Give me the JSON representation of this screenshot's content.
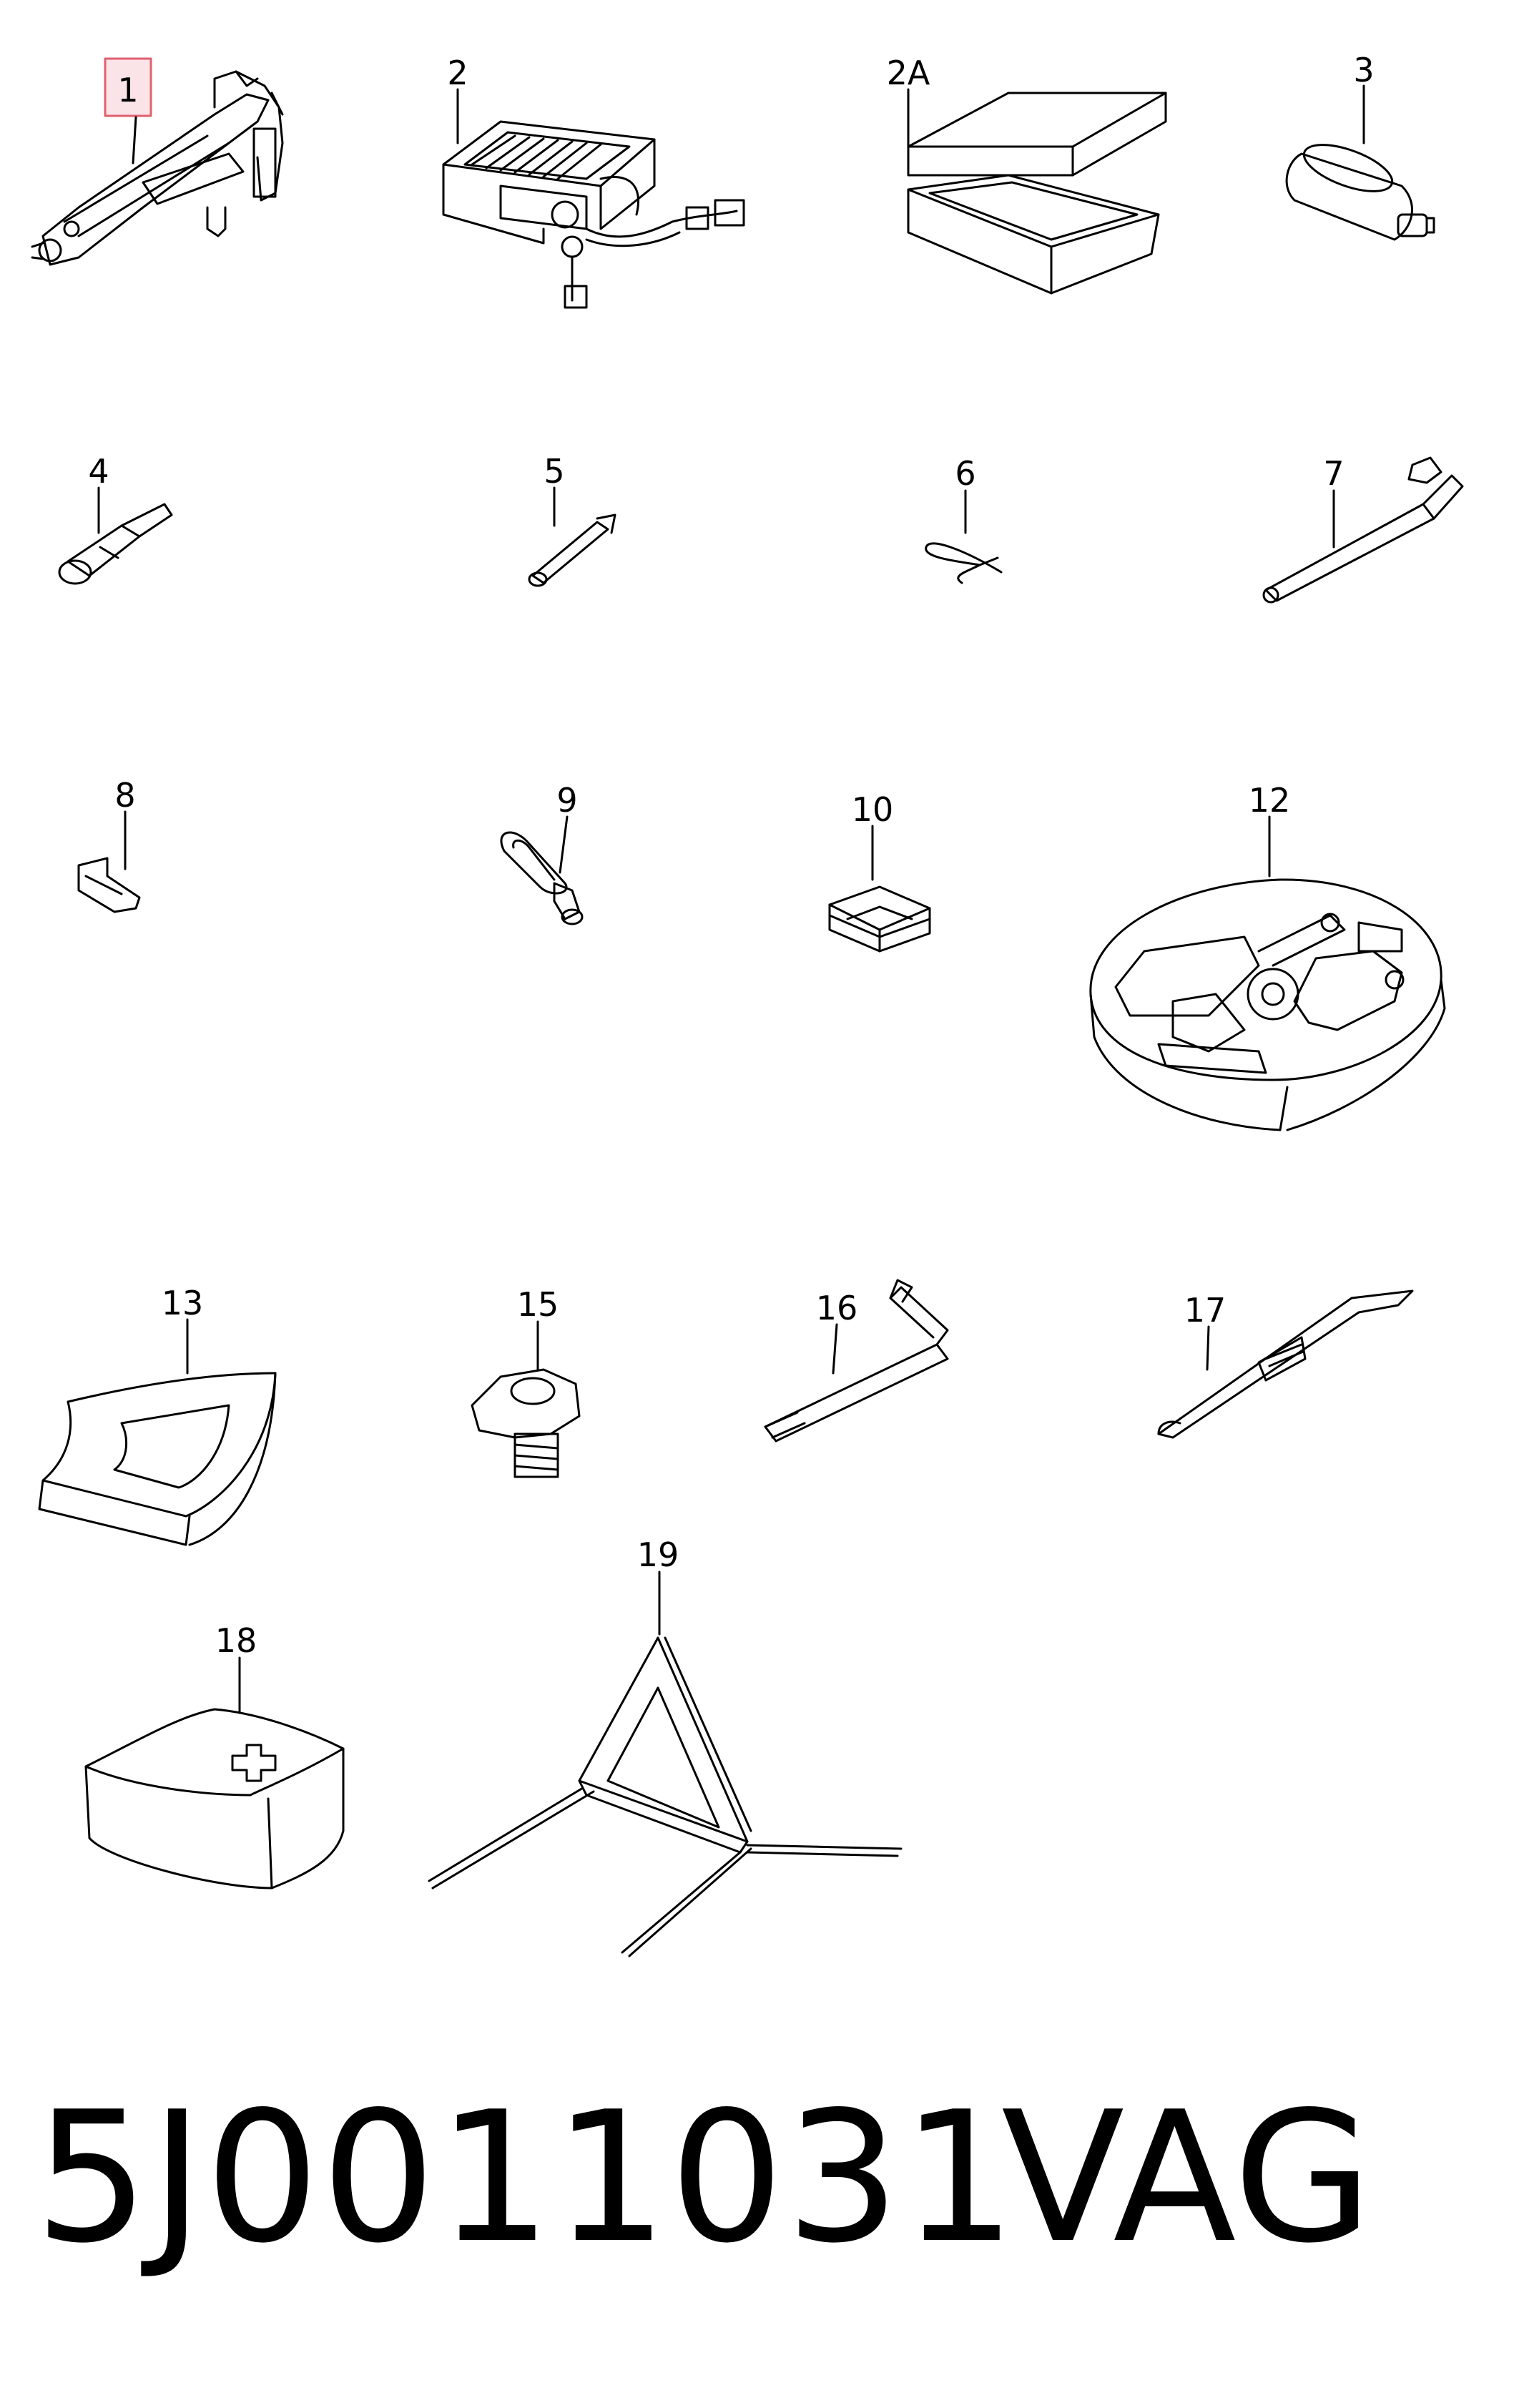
{
  "diagram": {
    "callouts": [
      {
        "id": "1",
        "label": "1",
        "highlighted": true
      },
      {
        "id": "2",
        "label": "2"
      },
      {
        "id": "2A",
        "label": "2A"
      },
      {
        "id": "3",
        "label": "3"
      },
      {
        "id": "4",
        "label": "4"
      },
      {
        "id": "5",
        "label": "5"
      },
      {
        "id": "6",
        "label": "6"
      },
      {
        "id": "7",
        "label": "7"
      },
      {
        "id": "8",
        "label": "8"
      },
      {
        "id": "9",
        "label": "9"
      },
      {
        "id": "10",
        "label": "10"
      },
      {
        "id": "12",
        "label": "12"
      },
      {
        "id": "13",
        "label": "13"
      },
      {
        "id": "15",
        "label": "15"
      },
      {
        "id": "16",
        "label": "16"
      },
      {
        "id": "17",
        "label": "17"
      },
      {
        "id": "18",
        "label": "18"
      },
      {
        "id": "19",
        "label": "19"
      }
    ],
    "highlight_color": "#e06070",
    "highlight_fill": "#fbe4e8"
  },
  "footer": {
    "part_number": "5J0011031",
    "brand": "VAG"
  }
}
